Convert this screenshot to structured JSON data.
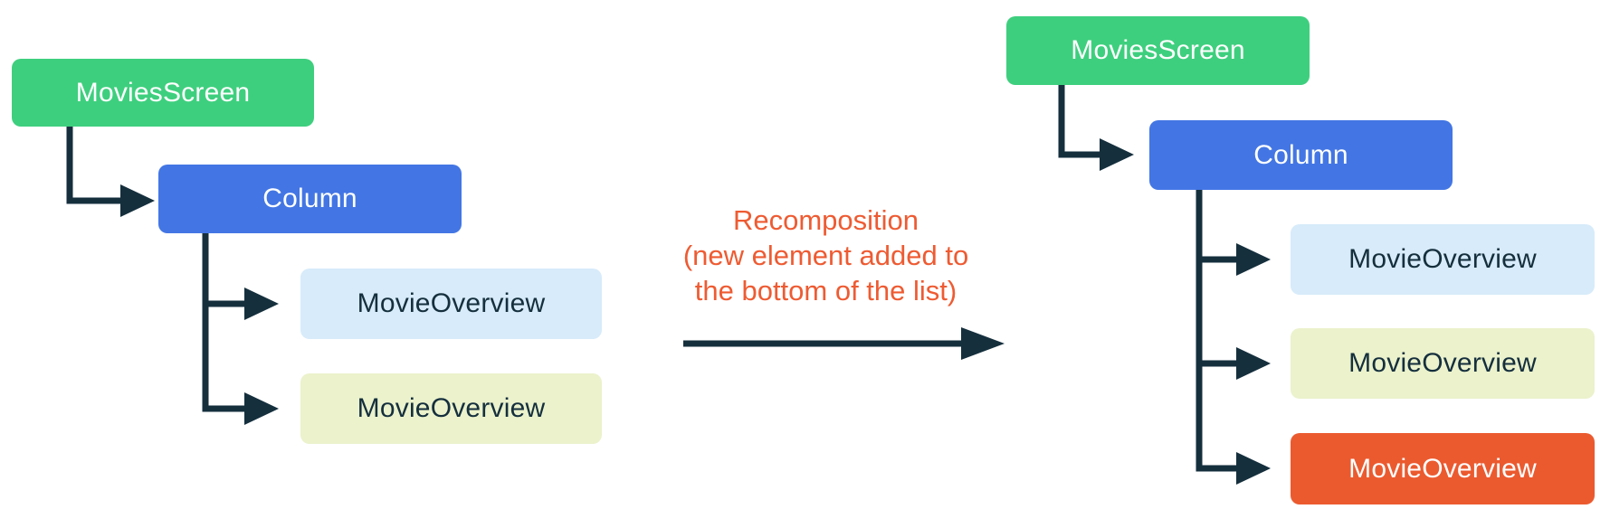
{
  "caption": {
    "lines": [
      "Recomposition",
      "(new element added to",
      "the bottom of the list)"
    ]
  },
  "left_tree": {
    "nodes": [
      {
        "label": "MoviesScreen"
      },
      {
        "label": "Column"
      },
      {
        "label": "MovieOverview"
      },
      {
        "label": "MovieOverview"
      }
    ]
  },
  "right_tree": {
    "nodes": [
      {
        "label": "MoviesScreen"
      },
      {
        "label": "Column"
      },
      {
        "label": "MovieOverview"
      },
      {
        "label": "MovieOverview"
      },
      {
        "label": "MovieOverview",
        "state": "newly-added"
      }
    ]
  },
  "colors": {
    "root_green": "#3ecf7e",
    "column_blue": "#4376e4",
    "item_light_blue": "#d7ebfa",
    "item_pale_yellow": "#ebf2cc",
    "item_new_orange": "#eb5a2f",
    "caption_orange": "#ee5b32",
    "connector_navy": "#152f3d",
    "node_text_light": "#ffffff",
    "node_text_dark": "#152f3d",
    "background": "#ffffff"
  }
}
